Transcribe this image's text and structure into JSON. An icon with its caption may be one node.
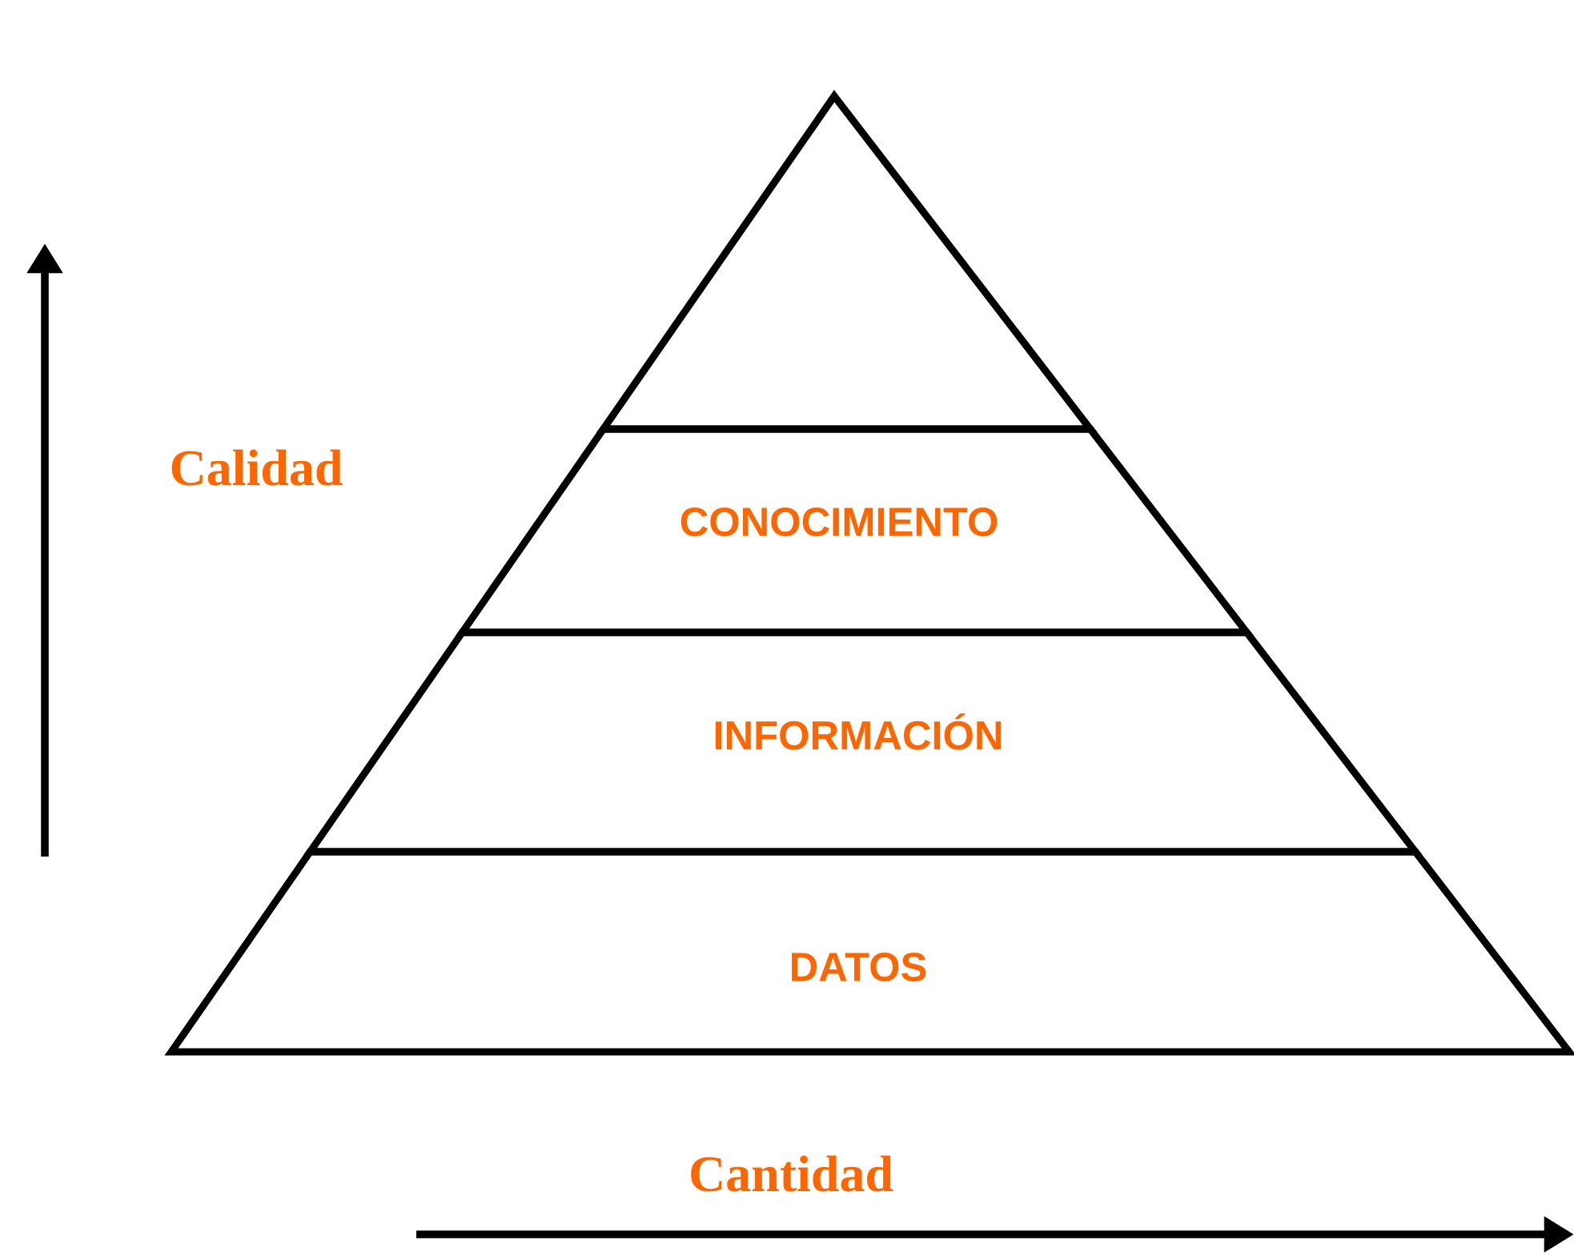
{
  "diagram": {
    "nodes": [
      {
        "text": [],
        "shape": "triangle"
      },
      {
        "text": [
          "CONOCIMIENTO"
        ]
      },
      {
        "text": [
          "INFORMACIÓN"
        ]
      },
      {
        "text": [
          "DATOS"
        ]
      }
    ],
    "labels": [
      "Calidad",
      "Cantidad"
    ]
  }
}
